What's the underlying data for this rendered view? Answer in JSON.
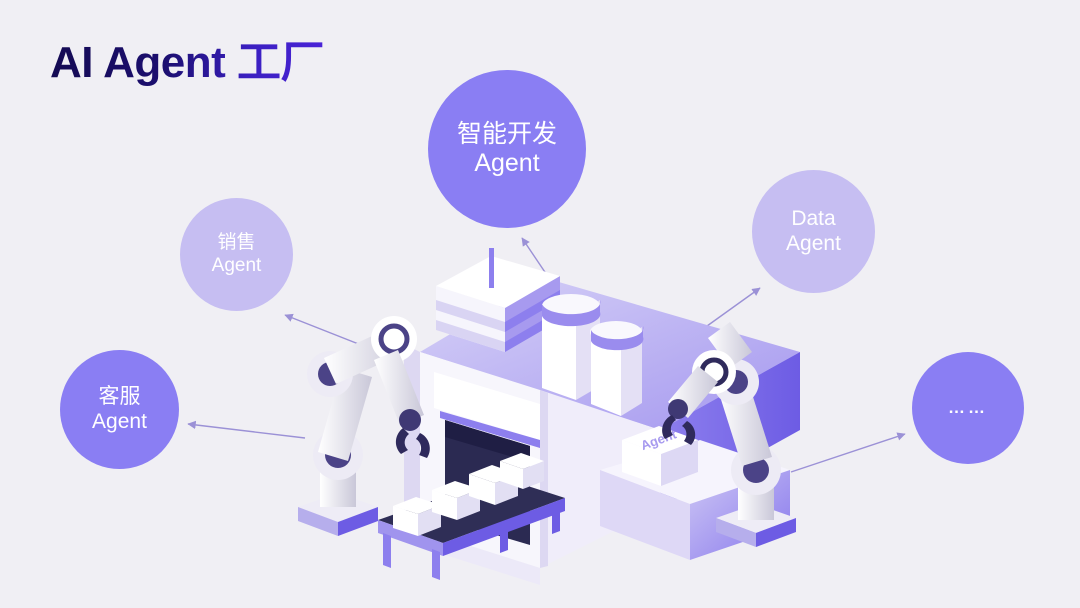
{
  "page": {
    "title": "AI Agent 工厂",
    "background_color": "#f0eff4",
    "title_gradient_from": "#140a52",
    "title_gradient_to": "#4a23d8"
  },
  "bubbles": [
    {
      "id": "dev-agent",
      "line1": "智能开发",
      "line2": "Agent",
      "color": "#8a7ef3",
      "size": "large"
    },
    {
      "id": "sales-agent",
      "line1": "销售",
      "line2": "Agent",
      "color": "#c6bef2",
      "size": "small"
    },
    {
      "id": "customer-service-agent",
      "line1": "客服",
      "line2": "Agent",
      "color": "#8a7ef3",
      "size": "small"
    },
    {
      "id": "data-agent",
      "line1": "Data",
      "line2": "Agent",
      "color": "#c6bef2",
      "size": "small"
    },
    {
      "id": "more-agent",
      "line1": "……",
      "line2": "",
      "color": "#8a7ef3",
      "size": "small"
    }
  ],
  "illustration": {
    "name": "isometric-ai-agent-factory",
    "box_label": "Agent",
    "accent_color": "#6c5ce7",
    "light_purple": "#b3a8f0",
    "dark_purple": "#2d2a5e",
    "arrow_color": "#9b91d6",
    "elements": [
      "factory-building",
      "conveyor-belt",
      "left-robot-arm",
      "right-robot-arm",
      "output-platform",
      "chimney-tall",
      "chimney-short",
      "control-tower",
      "product-box"
    ]
  }
}
